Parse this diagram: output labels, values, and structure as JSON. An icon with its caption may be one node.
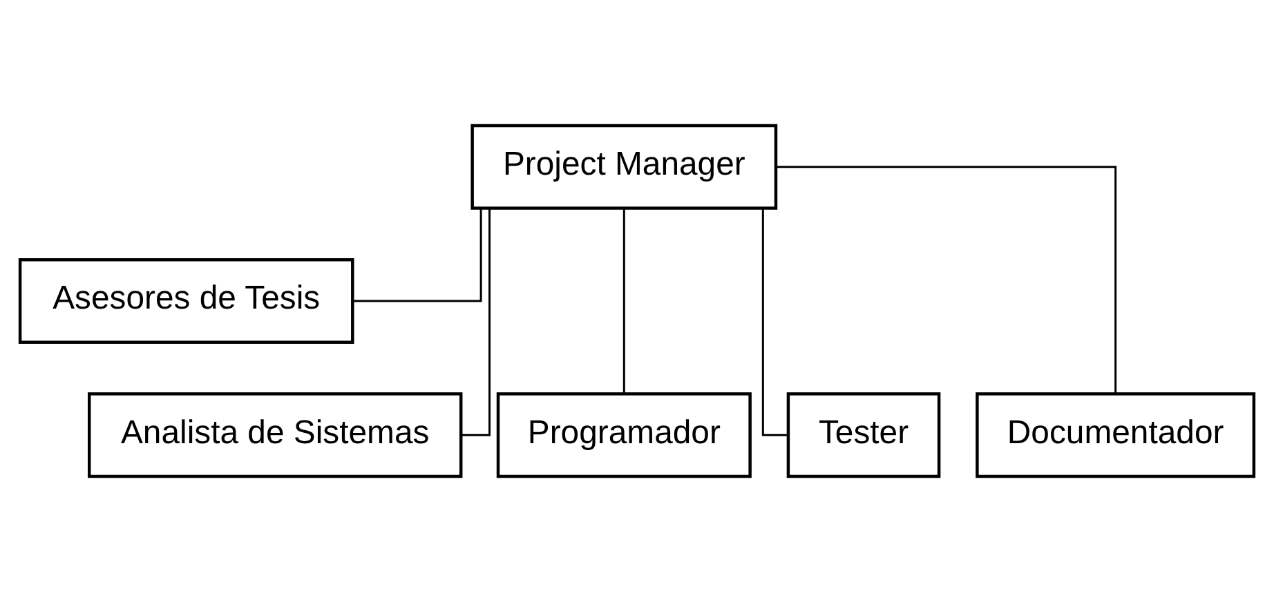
{
  "diagram": {
    "nodes": [
      {
        "text": [
          "Project Manager"
        ]
      },
      {
        "text": [
          "Asesores de Tesis"
        ]
      },
      {
        "text": [
          "Analista de Sistemas"
        ]
      },
      {
        "text": [
          "Programador"
        ]
      },
      {
        "text": [
          "Tester"
        ]
      },
      {
        "text": [
          "Documentador"
        ]
      }
    ],
    "edges": [
      {
        "from": 0,
        "to": 1,
        "arrow": "none"
      },
      {
        "from": 0,
        "to": 2,
        "arrow": "none"
      },
      {
        "from": 0,
        "to": 3,
        "arrow": "none"
      },
      {
        "from": 0,
        "to": 4,
        "arrow": "none"
      },
      {
        "from": 0,
        "to": 5,
        "arrow": "none"
      }
    ]
  }
}
